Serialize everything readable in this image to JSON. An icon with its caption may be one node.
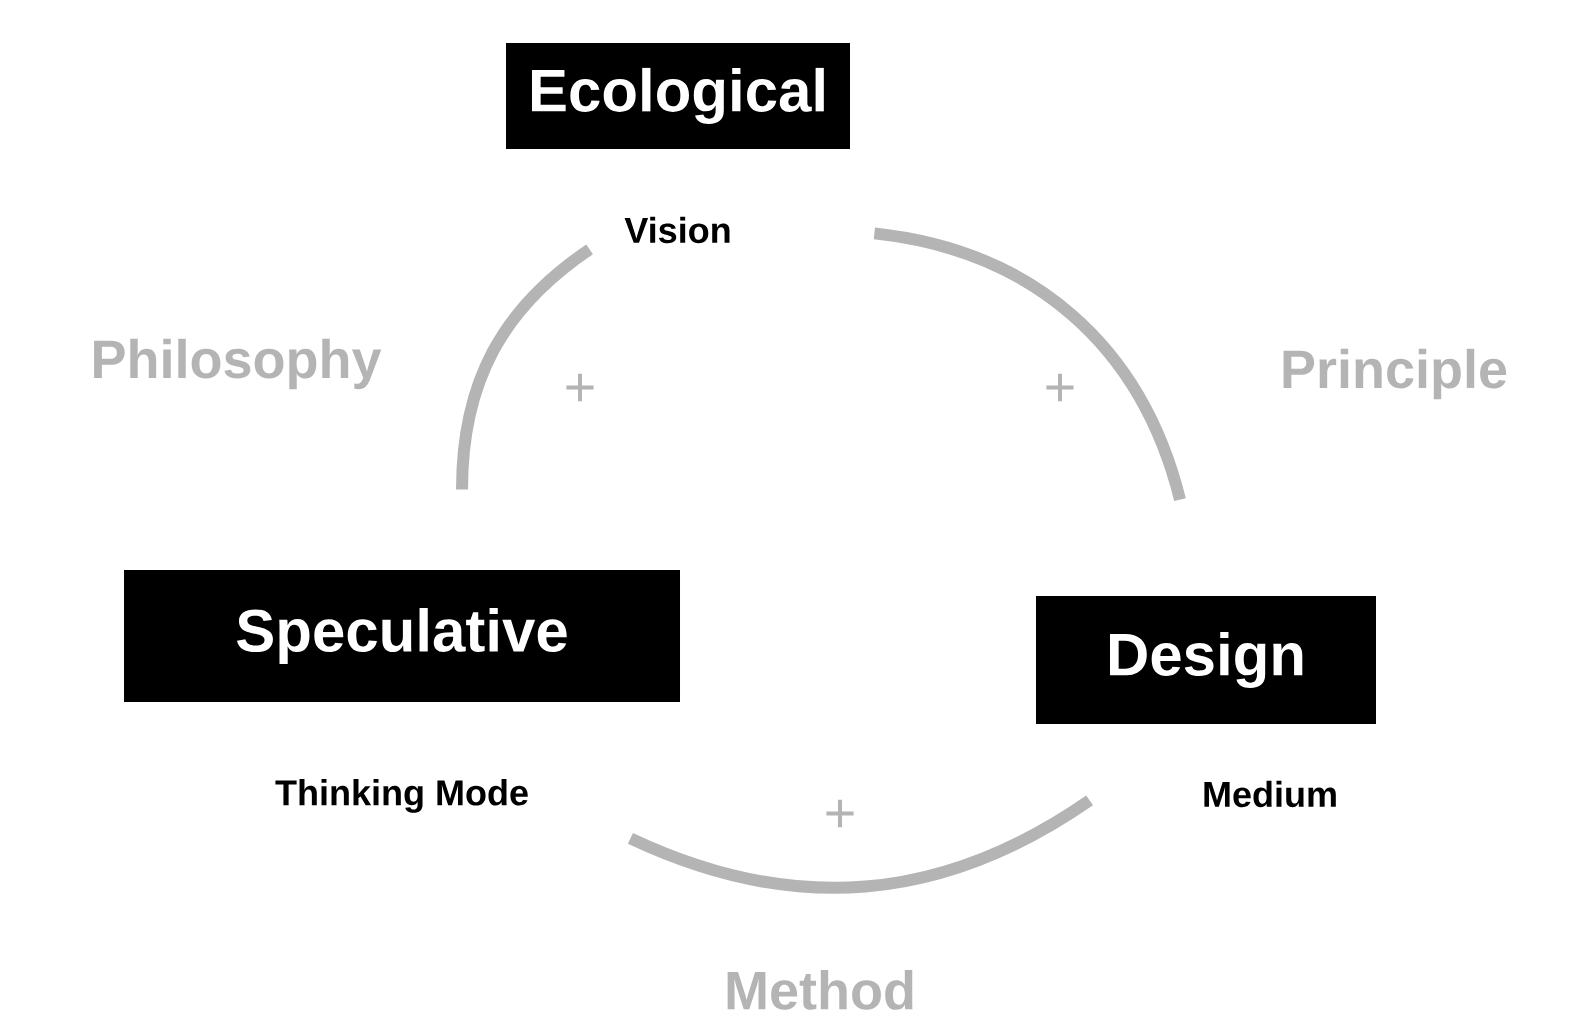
{
  "diagram": {
    "nodes": [
      {
        "text": [
          "Ecological"
        ],
        "beside": [
          "Vision"
        ]
      },
      {
        "text": [
          "Speculative"
        ],
        "beside": [
          "Thinking Mode"
        ]
      },
      {
        "text": [
          "Design"
        ],
        "beside": [
          "Medium"
        ]
      }
    ],
    "edges": [
      {
        "from": 1,
        "to": 0,
        "arrow": "none",
        "label": "Philosophy"
      },
      {
        "from": 0,
        "to": 2,
        "arrow": "none",
        "label": "Principle"
      },
      {
        "from": 1,
        "to": 2,
        "arrow": "none",
        "label": "Method"
      }
    ],
    "labels": [
      "+",
      "+",
      "+"
    ]
  }
}
